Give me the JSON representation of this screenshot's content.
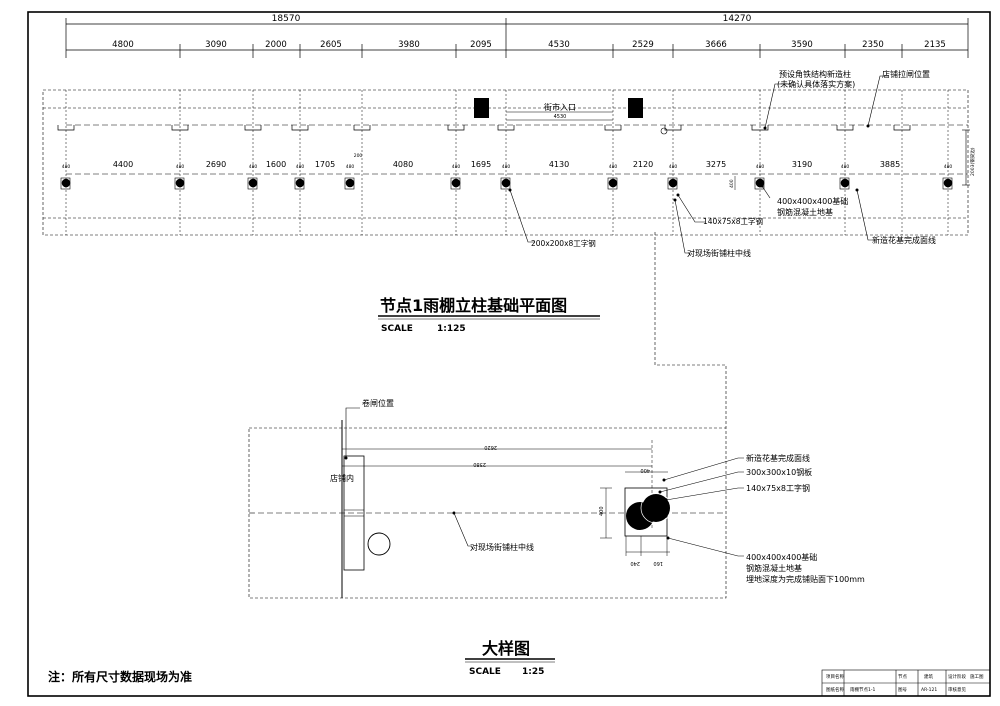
{
  "plan": {
    "overall_dims_top": [
      "18570",
      "14270"
    ],
    "dims_top": [
      "4800",
      "3090",
      "2000",
      "2605",
      "3980",
      "2095",
      "4530",
      "2529",
      "3666",
      "3590",
      "2350",
      "2135"
    ],
    "dims_columns": [
      "4400",
      "2690",
      "1600",
      "1705",
      "4080",
      "1695",
      "4130",
      "2120",
      "3275",
      "3190",
      "3885"
    ],
    "column_marker": "480",
    "small_dim_200": "200",
    "entrance_label": "街市入口",
    "entrance_dim": "4530",
    "side_dim": "2003(钢梁边)",
    "vertical_dim": "400",
    "callouts": {
      "preset_angle_steel": "预设角铁结构新造柱",
      "preset_note": "(未确认具体落实方案)",
      "shop_shutter": "店铺拉闸位置",
      "base_400": "400x400x400基础",
      "base_400_sub": "钢筋混凝土地基",
      "i_beam_140": "140x75x8工字钢",
      "i_beam_200": "200x200x8工字钢",
      "flowerbed_line": "新造花基完成面线",
      "street_center": "对现场街铺柱中线"
    },
    "title": "节点1雨棚立柱基础平面图",
    "scale_label": "SCALE",
    "scale_value": "1:125"
  },
  "detail": {
    "shutter_position": "卷闸位置",
    "shop_inside": "店铺内",
    "dim_2620": "2620",
    "dim_2380": "2380",
    "dim_400_h": "400",
    "dim_400_v": "400",
    "dim_160": "160",
    "dim_240": "240",
    "callouts": {
      "flowerbed_line": "新造花基完成面线",
      "steel_plate": "300x300x10钢板",
      "i_beam": "140x75x8工字钢",
      "base": "400x400x400基础",
      "base_sub": "钢筋混凝土地基",
      "base_depth": "埋地深度为完成铺贴面下100mm",
      "street_center": "对现场街铺柱中线"
    },
    "title": "大样图",
    "scale_label": "SCALE",
    "scale_value": "1:25"
  },
  "note": "注：所有尺寸数据现场为准",
  "titleblock": {
    "r1c1": "项目名称",
    "r1c2": "节点",
    "r1c3": "建筑",
    "r1c4": "设计阶段",
    "r1c5": "施工图",
    "r2c1": "图纸名称",
    "r2c2": "雨棚节点1-1",
    "r2c3": "图号",
    "r2c4": "AR-121",
    "r2c5": "审核意见"
  }
}
